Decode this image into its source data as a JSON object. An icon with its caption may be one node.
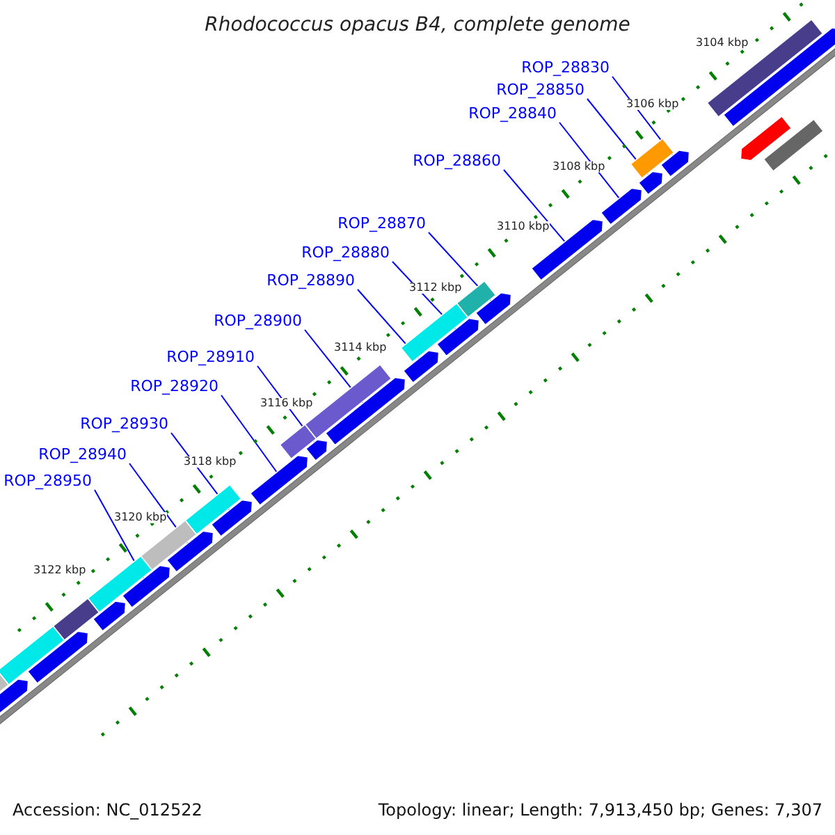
{
  "diagram": {
    "title": "Rhodococcus opacus B4, complete genome",
    "nodes": [
      {
        "text": [
          "ROP_28830"
        ]
      },
      {
        "text": [
          "ROP_28850"
        ]
      },
      {
        "text": [
          "ROP_28840"
        ]
      },
      {
        "text": [
          "ROP_28860"
        ]
      },
      {
        "text": [
          "ROP_28870"
        ]
      },
      {
        "text": [
          "ROP_28880"
        ]
      },
      {
        "text": [
          "ROP_28890"
        ]
      },
      {
        "text": [
          "ROP_28900"
        ]
      },
      {
        "text": [
          "ROP_28910"
        ]
      },
      {
        "text": [
          "ROP_28920"
        ]
      },
      {
        "text": [
          "ROP_28930"
        ]
      },
      {
        "text": [
          "ROP_28940"
        ]
      },
      {
        "text": [
          "ROP_28950"
        ]
      },
      {
        "text": [],
        "shape": "arrow"
      },
      {
        "text": [],
        "shape": "arrow"
      },
      {
        "text": [],
        "shape": "arrow"
      },
      {
        "text": [],
        "shape": "arrow"
      },
      {
        "text": [],
        "shape": "arrow"
      },
      {
        "text": [],
        "shape": "arrow"
      },
      {
        "text": [],
        "shape": "arrow"
      },
      {
        "text": [],
        "shape": "arrow"
      },
      {
        "text": [],
        "shape": "arrow"
      },
      {
        "text": [],
        "shape": "arrow"
      },
      {
        "text": [],
        "shape": "arrow"
      },
      {
        "text": [],
        "shape": "arrow"
      },
      {
        "text": [],
        "shape": "arrow"
      },
      {
        "text": [],
        "shape": "arrow"
      },
      {
        "text": [],
        "shape": "arrow"
      },
      {
        "text": [],
        "shape": "arrow"
      },
      {
        "text": [],
        "shape": "arrow"
      },
      {
        "text": [],
        "shape": "box"
      },
      {
        "text": [],
        "shape": "box"
      },
      {
        "text": [],
        "shape": "box"
      },
      {
        "text": [],
        "shape": "box"
      },
      {
        "text": [],
        "shape": "box"
      },
      {
        "text": [],
        "shape": "box"
      },
      {
        "text": [],
        "shape": "box"
      },
      {
        "text": [],
        "shape": "box"
      },
      {
        "text": [],
        "shape": "box"
      },
      {
        "text": [],
        "shape": "box"
      },
      {
        "text": [],
        "shape": "box"
      },
      {
        "text": [],
        "shape": "box"
      },
      {
        "text": [],
        "shape": "arrow"
      },
      {
        "text": [],
        "shape": "box"
      }
    ],
    "edges": [
      {
        "from": 0,
        "to": 13,
        "arrow": "none"
      },
      {
        "from": 1,
        "to": 14,
        "arrow": "none"
      },
      {
        "from": 2,
        "to": 15,
        "arrow": "none"
      },
      {
        "from": 3,
        "to": 16,
        "arrow": "none"
      },
      {
        "from": 4,
        "to": 17,
        "arrow": "none"
      },
      {
        "from": 5,
        "to": 18,
        "arrow": "none"
      },
      {
        "from": 6,
        "to": 19,
        "arrow": "none"
      },
      {
        "from": 7,
        "to": 20,
        "arrow": "none"
      },
      {
        "from": 8,
        "to": 21,
        "arrow": "none"
      },
      {
        "from": 9,
        "to": 22,
        "arrow": "none"
      },
      {
        "from": 10,
        "to": 23,
        "arrow": "none"
      },
      {
        "from": 11,
        "to": 24,
        "arrow": "none"
      },
      {
        "from": 12,
        "to": 25,
        "arrow": "none"
      }
    ],
    "labels": [
      "3104 kbp",
      "3106 kbp",
      "3108 kbp",
      "3110 kbp",
      "3112 kbp",
      "3114 kbp",
      "3116 kbp",
      "3118 kbp",
      "3120 kbp",
      "3122 kbp",
      "Accession: NC_012522",
      "Topology: linear; Length: 7,913,450 bp; Genes: 7,307"
    ]
  }
}
